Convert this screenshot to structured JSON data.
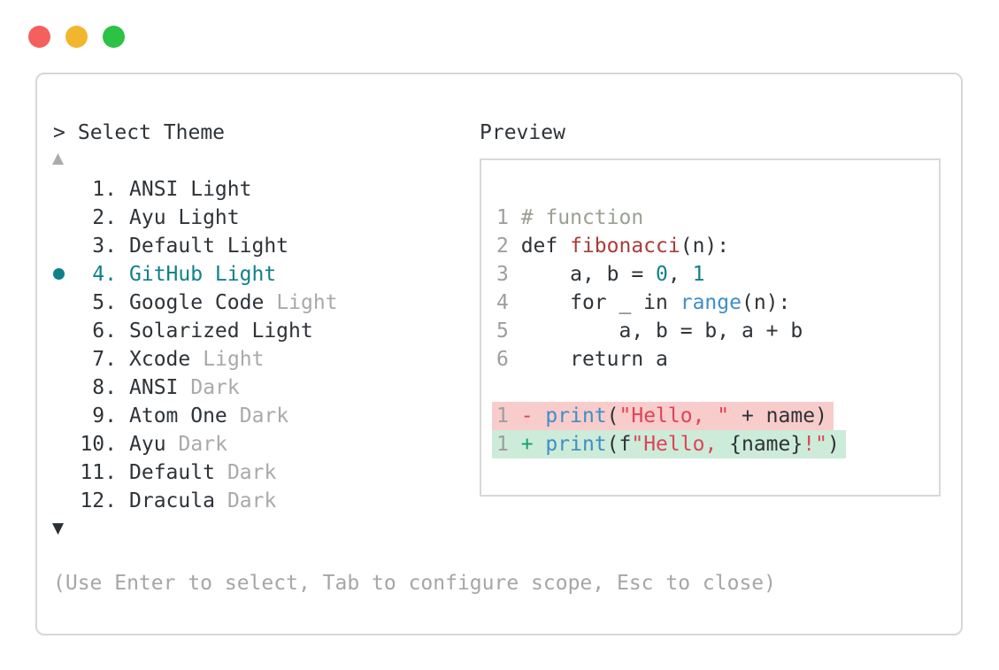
{
  "window_controls": {
    "close": "close",
    "minimize": "minimize",
    "zoom": "zoom"
  },
  "theme_picker": {
    "prompt_symbol": ">",
    "title": "Select Theme",
    "scroll_up_icon": "▲",
    "scroll_down_icon": "▼",
    "items": [
      {
        "number": "1.",
        "name": "ANSI Light",
        "suffix": "",
        "selected": false
      },
      {
        "number": "2.",
        "name": "Ayu Light",
        "suffix": "",
        "selected": false
      },
      {
        "number": "3.",
        "name": "Default Light",
        "suffix": "",
        "selected": false
      },
      {
        "number": "4.",
        "name": "GitHub Light",
        "suffix": "",
        "selected": true
      },
      {
        "number": "5.",
        "name": "Google Code",
        "suffix": "Light",
        "selected": false
      },
      {
        "number": "6.",
        "name": "Solarized Light",
        "suffix": "",
        "selected": false
      },
      {
        "number": "7.",
        "name": "Xcode",
        "suffix": "Light",
        "selected": false
      },
      {
        "number": "8.",
        "name": "ANSI",
        "suffix": "Dark",
        "selected": false
      },
      {
        "number": "9.",
        "name": "Atom One",
        "suffix": "Dark",
        "selected": false
      },
      {
        "number": "10.",
        "name": "Ayu",
        "suffix": "Dark",
        "selected": false
      },
      {
        "number": "11.",
        "name": "Default",
        "suffix": "Dark",
        "selected": false
      },
      {
        "number": "12.",
        "name": "Dracula",
        "suffix": "Dark",
        "selected": false
      }
    ],
    "hint": "(Use Enter to select, Tab to configure scope, Esc to close)"
  },
  "preview": {
    "label": "Preview",
    "code_lines": [
      {
        "num": "1",
        "tokens": [
          [
            "# function",
            "comment"
          ]
        ]
      },
      {
        "num": "2",
        "tokens": [
          [
            "def ",
            "text"
          ],
          [
            "fibonacci",
            "function"
          ],
          [
            "(n):",
            "text"
          ]
        ]
      },
      {
        "num": "3",
        "tokens": [
          [
            "    a, b = ",
            "text"
          ],
          [
            "0",
            "number"
          ],
          [
            ", ",
            "text"
          ],
          [
            "1",
            "number"
          ]
        ]
      },
      {
        "num": "4",
        "tokens": [
          [
            "    for _ in ",
            "text"
          ],
          [
            "range",
            "call"
          ],
          [
            "(n):",
            "text"
          ]
        ]
      },
      {
        "num": "5",
        "tokens": [
          [
            "        a, b = b, a + b",
            "text"
          ]
        ]
      },
      {
        "num": "6",
        "tokens": [
          [
            "    return a",
            "text"
          ]
        ]
      },
      {
        "blank": true
      },
      {
        "num": "1",
        "diff": "removed",
        "tokens": [
          [
            "- ",
            "del"
          ],
          [
            "print",
            "call"
          ],
          [
            "(",
            "text"
          ],
          [
            "\"Hello, \"",
            "string"
          ],
          [
            " + name)",
            "text"
          ]
        ]
      },
      {
        "num": "1",
        "diff": "added",
        "tokens": [
          [
            "+ ",
            "ins"
          ],
          [
            "print",
            "call"
          ],
          [
            "(f",
            "text"
          ],
          [
            "\"Hello, ",
            "string"
          ],
          [
            "{name}",
            "text"
          ],
          [
            "!\"",
            "string"
          ],
          [
            ")",
            "text"
          ]
        ]
      }
    ]
  },
  "colors": {
    "accent_teal": "#0f818a",
    "text_dark": "#2e3338",
    "muted_gray": "#a9a9a9",
    "comment_gray_green": "#9aa092",
    "function_red": "#a93c35",
    "call_blue": "#3e8ec8",
    "number_teal": "#0f818a",
    "string_crimson": "#e04357",
    "diff_removed_sign": "#e04357",
    "diff_added_sign": "#14a06a",
    "diff_removed_bg": "#f8cccb",
    "diff_added_bg": "#cdebd9",
    "traffic_red": "#f4615c",
    "traffic_yellow": "#f2b52e",
    "traffic_green": "#2dc244",
    "border_gray": "#d7d7d7"
  }
}
